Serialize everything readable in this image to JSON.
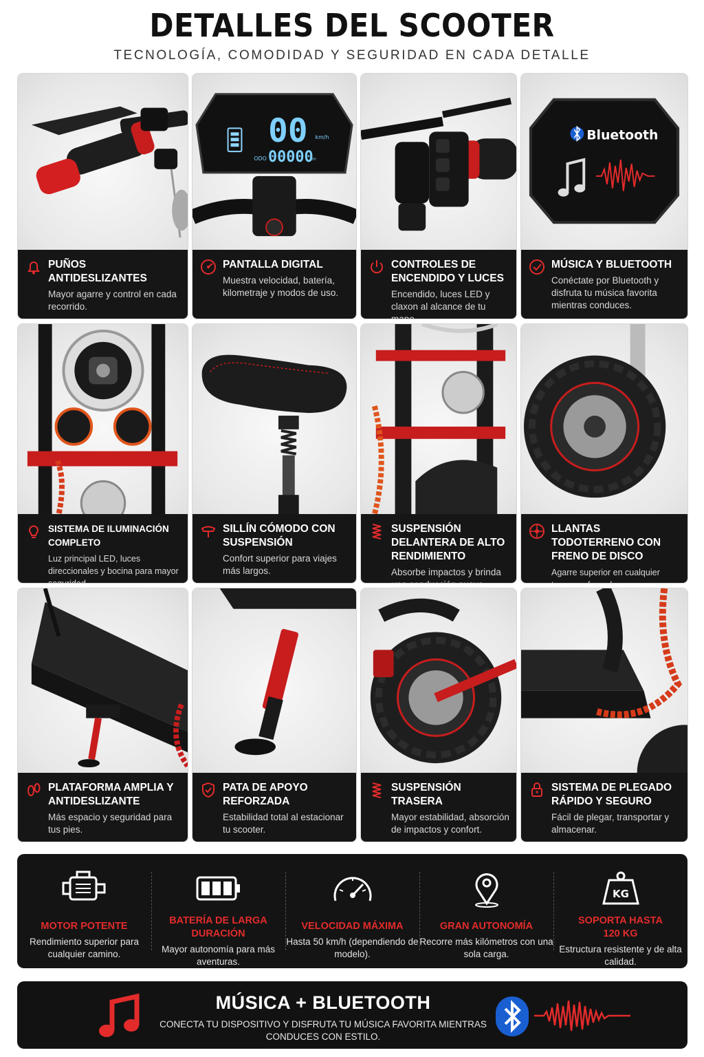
{
  "header": {
    "title": "DETALLES DEL SCOOTER",
    "subtitle": "TECNOLOGÍA, COMODIDAD Y SEGURIDAD EN CADA DETALLE"
  },
  "colors": {
    "accent": "#e32b2b",
    "dark": "#161616",
    "bluetooth": "#1a5fd1"
  },
  "cards": [
    {
      "icon": "bell-icon",
      "title": "PUÑOS ANTIDESLIZANTES",
      "desc": "Mayor agarre y control en cada recorrido."
    },
    {
      "icon": "gauge-icon",
      "title": "PANTALLA DIGITAL",
      "desc": "Muestra velocidad, batería, kilometraje y modos de uso."
    },
    {
      "icon": "power-icon",
      "title": "CONTROLES DE ENCENDIDO Y LUCES",
      "desc": "Encendido, luces LED y claxon al alcance de tu mano."
    },
    {
      "icon": "checkmark-icon",
      "title": "MÚSICA Y BLUETOOTH",
      "desc": "Conéctate por Bluetooth y disfruta tu música favorita mientras conduces."
    },
    {
      "icon": "lightbulb-icon",
      "title": "SISTEMA DE ILUMINACIÓN COMPLETO",
      "desc": "Luz principal LED, luces direccionales y bocina para mayor seguridad."
    },
    {
      "icon": "seat-icon",
      "title": "SILLÍN CÓMODO CON SUSPENSIÓN",
      "desc": "Confort superior para viajes más largos."
    },
    {
      "icon": "spring-icon",
      "title": "SUSPENSIÓN DELANTERA DE ALTO RENDIMIENTO",
      "desc": "Absorbe impactos y brinda una conducción suave."
    },
    {
      "icon": "wheel-icon",
      "title": "LLANTAS TODOTERRENO CON FRENO DE DISCO",
      "desc": "Agarre superior en cualquier terreno y frenado seguro y eficiente."
    },
    {
      "icon": "footprint-icon",
      "title": "PLATAFORMA AMPLIA Y ANTIDESLIZANTE",
      "desc": "Más espacio y seguridad para tus pies."
    },
    {
      "icon": "shield-check-icon",
      "title": "PATA DE APOYO REFORZADA",
      "desc": "Estabilidad total al estacionar tu scooter."
    },
    {
      "icon": "spring-icon",
      "title": "SUSPENSIÓN TRASERA",
      "desc": "Mayor estabilidad, absorción de impactos y confort."
    },
    {
      "icon": "lock-icon",
      "title": "SISTEMA DE PLEGADO RÁPIDO Y SEGURO",
      "desc": "Fácil de plegar, transportar y almacenar."
    }
  ],
  "display": {
    "speed": "00",
    "speed_unit": "km/h",
    "odo_label": "ODO",
    "odo": "00000",
    "odo_unit": "km"
  },
  "bt_card_label": "Bluetooth",
  "features": [
    {
      "icon": "motor-icon",
      "title": "MOTOR POTENTE",
      "desc": "Rendimiento superior para cualquier camino."
    },
    {
      "icon": "battery-icon",
      "title": "BATERÍA DE LARGA DURACIÓN",
      "desc": "Mayor autonomía para más aventuras."
    },
    {
      "icon": "speedometer-icon",
      "title": "VELOCIDAD MÁXIMA",
      "desc": "Hasta 50 km/h (dependiendo de modelo)."
    },
    {
      "icon": "location-pin-icon",
      "title": "GRAN AUTONOMÍA",
      "desc": "Recorre más kilómetros con una sola carga."
    },
    {
      "icon": "weight-icon",
      "title": "SOPORTA HASTA 120 KG",
      "desc": "Estructura resistente y de alta calidad.",
      "weight_label": "KG"
    }
  ],
  "banner": {
    "title": "MÚSICA + BLUETOOTH",
    "desc": "CONECTA TU DISPOSITIVO Y DISFRUTA TU MÚSICA FAVORITA MIENTRAS CONDUCES CON ESTILO."
  }
}
